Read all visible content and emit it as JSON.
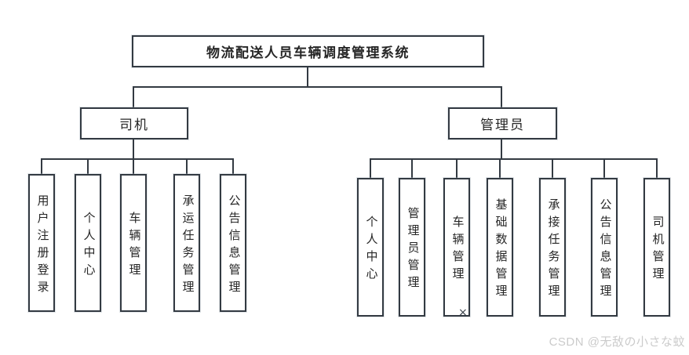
{
  "diagram": {
    "title": "物流配送人员车辆调度管理系统",
    "root": {
      "label": "物流配送人员车辆调度管理系统"
    },
    "branches": [
      {
        "label": "司机",
        "children": [
          {
            "label": "用户注册登录"
          },
          {
            "label": "个人中心"
          },
          {
            "label": "车辆管理"
          },
          {
            "label": "承运任务管理"
          },
          {
            "label": "公告信息管理"
          }
        ]
      },
      {
        "label": "管理员",
        "children": [
          {
            "label": "个人中心"
          },
          {
            "label": "管理员管理"
          },
          {
            "label": "车辆管理"
          },
          {
            "label": "基础数据管理"
          },
          {
            "label": "承接任务管理"
          },
          {
            "label": "公告信息管理"
          },
          {
            "label": "司机管理"
          }
        ]
      }
    ],
    "cursor_mark": "×",
    "watermark": "CSDN @无敌の小さな蚊"
  },
  "colors": {
    "line": "#333a42",
    "text": "#262626",
    "watermark": "#cbcbcb",
    "background": "#ffffff"
  }
}
